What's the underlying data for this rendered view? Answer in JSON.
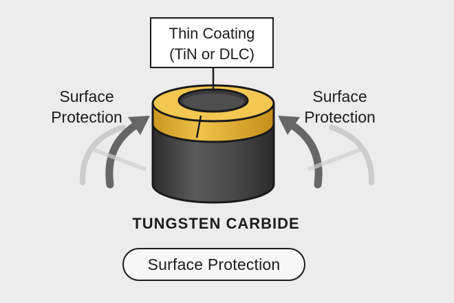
{
  "callout": {
    "line1": "Thin Coating",
    "line2": "(TiN or DLC)"
  },
  "left_label": {
    "line1": "Surface",
    "line2": "Protection"
  },
  "right_label": {
    "line1": "Surface",
    "line2": "Protection"
  },
  "base_label": "TUNGSTEN CARBIDE",
  "bottom_button": "Surface Protection",
  "colors": {
    "background": "#ececec",
    "coating": "#e6b43a",
    "carbide": "#4a4a4a",
    "arrow": "#6a6a6a"
  },
  "icons": [
    "coated-cylinder-icon",
    "curved-arrow-icon"
  ]
}
